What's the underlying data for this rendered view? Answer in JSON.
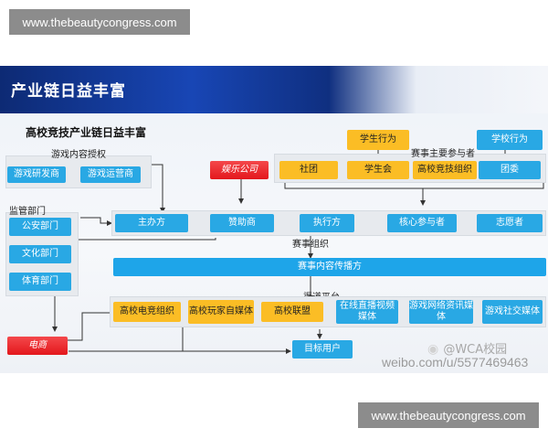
{
  "watermark": {
    "top": "www.thebeautycongress.com",
    "bottom": "www.thebeautycongress.com"
  },
  "slide": {
    "title": "产业链日益丰富",
    "subtitle": "高校竞技产业链日益丰富"
  },
  "groups": {
    "game_content_license": "游戏内容授权",
    "regulators": "监管部门",
    "event_participants": "赛事主要参与者",
    "event_organization": "赛事组织",
    "channel_platform": "渠道平台"
  },
  "nodes": {
    "game_developer": "游戏研发商",
    "game_operator": "游戏运营商",
    "public_security": "公安部门",
    "culture_dept": "文化部门",
    "sports_dept": "体育部门",
    "entertainment_company": "娱乐公司",
    "student_behavior": "学生行为",
    "school_behavior": "学校行为",
    "club": "社团",
    "student_union": "学生会",
    "college_esports_org": "高校竞技组织",
    "youth_league": "团委",
    "organizer": "主办方",
    "sponsor": "赞助商",
    "executor": "执行方",
    "core_participants": "核心参与者",
    "volunteers": "志愿者",
    "content_distribution": "赛事内容传播方",
    "college_esports_org2": "高校电竞组织",
    "college_player_media": "高校玩家自媒体",
    "college_alliance": "高校联盟",
    "live_video_media": "在线直播视频媒体",
    "game_news_media": "游戏网络资讯媒体",
    "game_social_media": "游戏社交媒体",
    "ecommerce": "电商",
    "target_users": "目标用户"
  },
  "weibo": {
    "handle": "@WCA校园",
    "url": "weibo.com/u/5577469463"
  }
}
